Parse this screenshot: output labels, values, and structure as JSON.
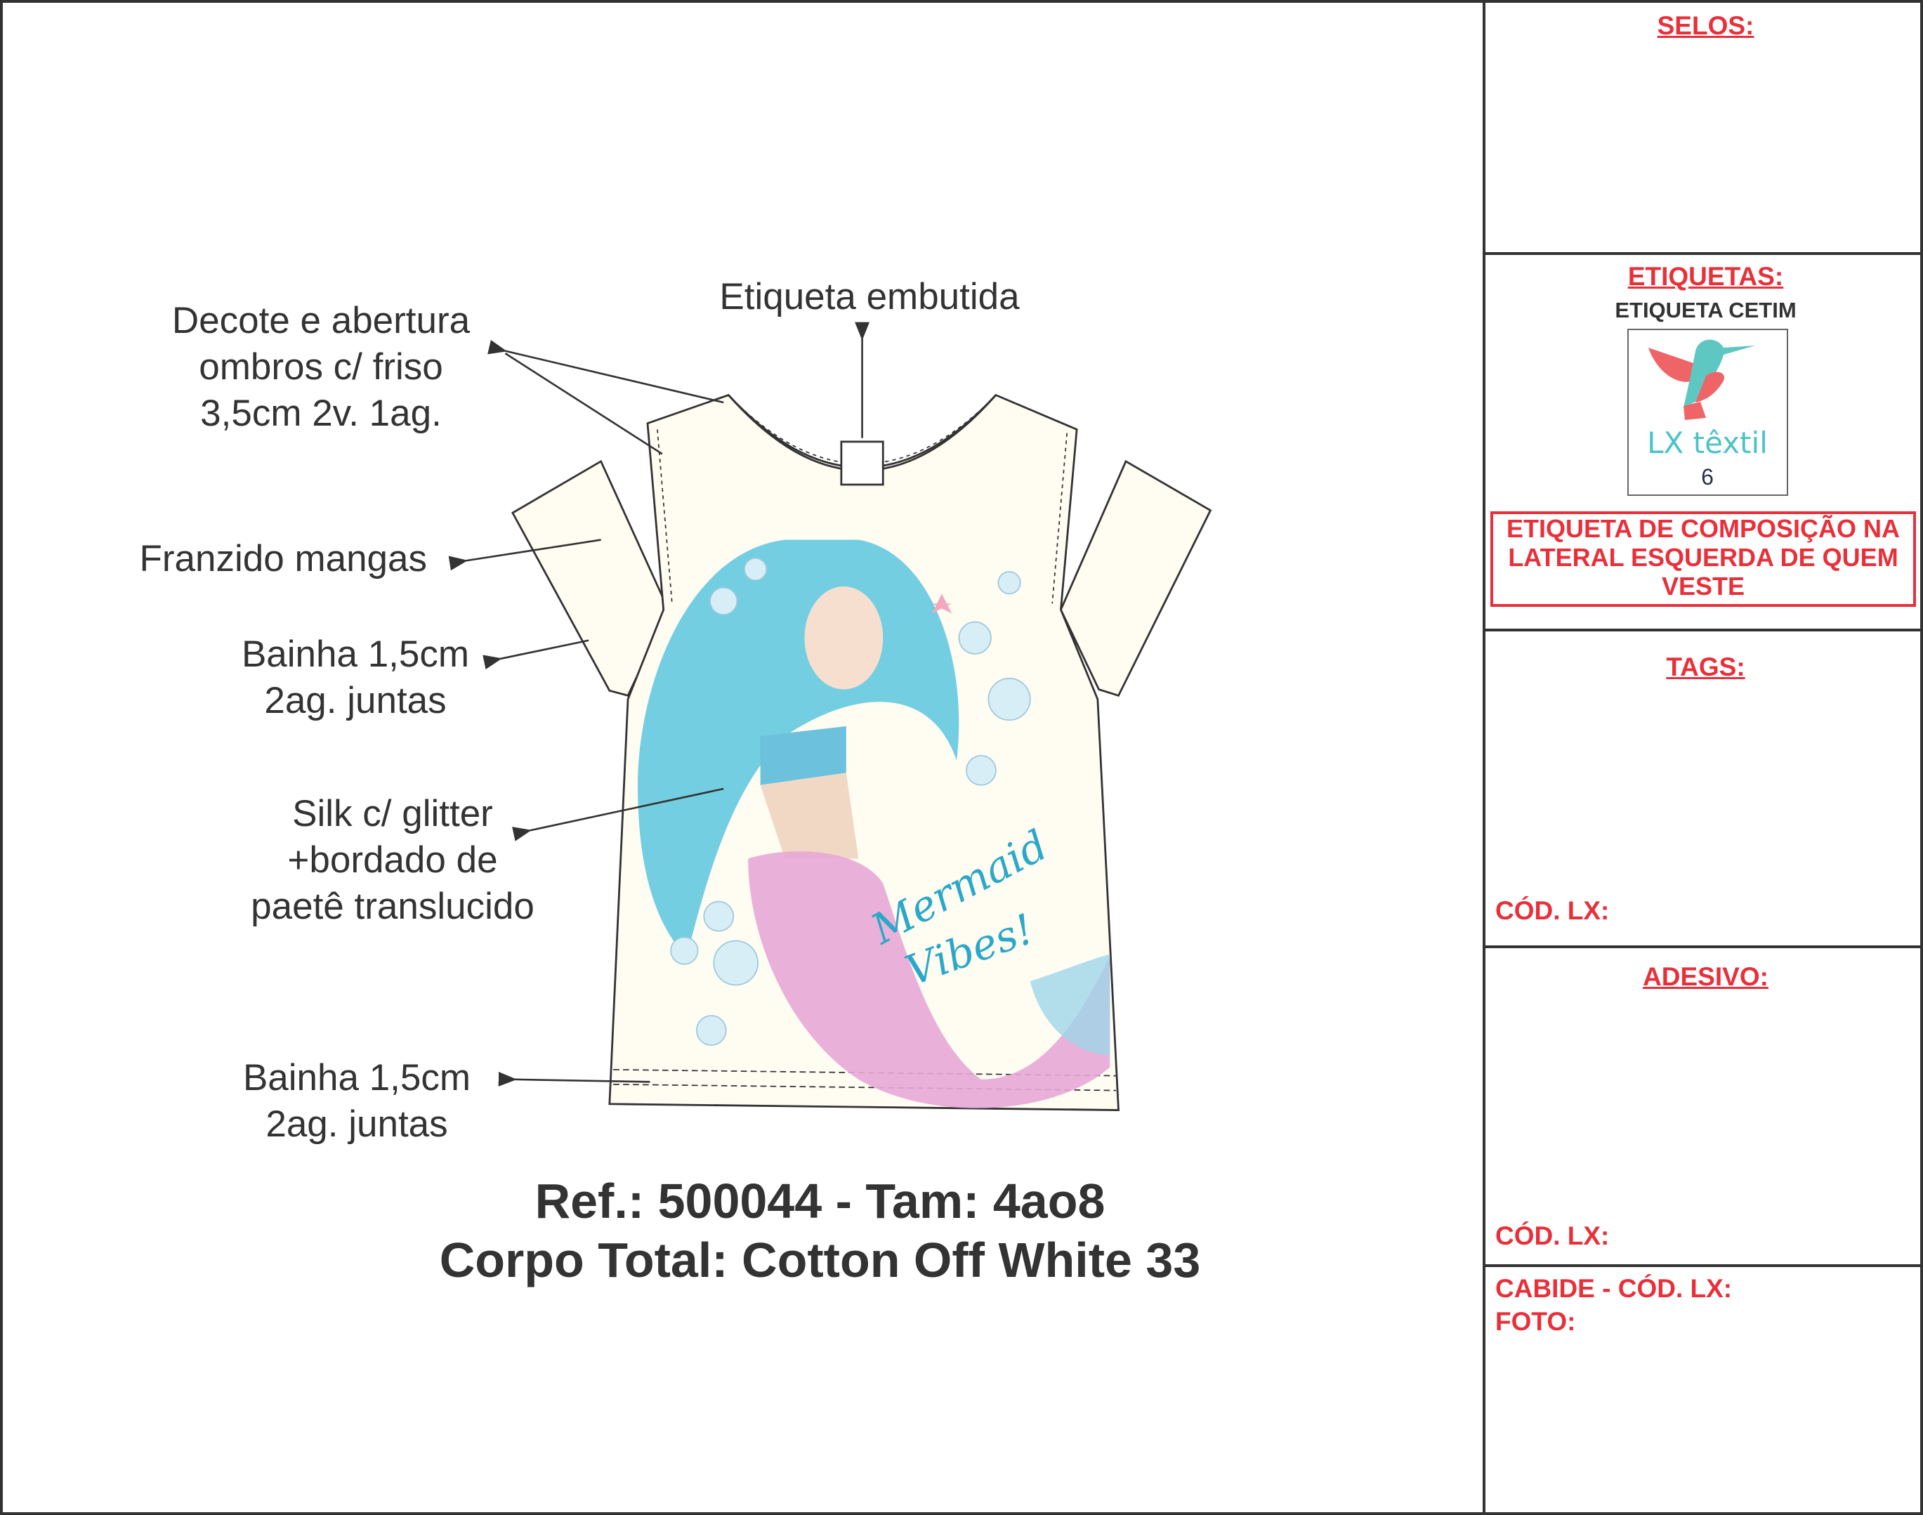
{
  "annotations": {
    "etiqueta_embutida": "Etiqueta embutida",
    "decote": [
      "Decote e abertura",
      "ombros c/ friso",
      "3,5cm 2v. 1ag."
    ],
    "franzido": "Franzido mangas",
    "bainha_manga": [
      "Bainha 1,5cm",
      "2ag. juntas"
    ],
    "silk": [
      "Silk c/ glitter",
      "+bordado de",
      "paetê translucido"
    ],
    "bainha_barra": [
      "Bainha 1,5cm",
      "2ag. juntas"
    ]
  },
  "artwork": {
    "lettering": [
      "Mermaid",
      "Vibes!"
    ]
  },
  "product": {
    "ref_line": "Ref.: 500044 - Tam: 4ao8",
    "body_line": "Corpo Total: Cotton Off White 33"
  },
  "panel": {
    "selos_title": "SELOS:",
    "etiquetas_title": "ETIQUETAS:",
    "etiqueta_type": "ETIQUETA CETIM",
    "logo": {
      "brand": "LX têxtil",
      "size": "6"
    },
    "composition_note": [
      "ETIQUETA DE COMPOSIÇÃO NA",
      "LATERAL ESQUERDA DE QUEM",
      "VESTE"
    ],
    "tags_title": "TAGS:",
    "tags_code": "CÓD. LX:",
    "adesivo_title": "ADESIVO:",
    "adesivo_code": "CÓD. LX:",
    "cabide": "CABIDE - CÓD. LX:",
    "foto": "FOTO:"
  },
  "colors": {
    "accent_red": "#e8303a",
    "text": "#333333",
    "shirt": "#fffcf2",
    "hair": "#4fc3dc",
    "tail": "#e9a6d4"
  }
}
